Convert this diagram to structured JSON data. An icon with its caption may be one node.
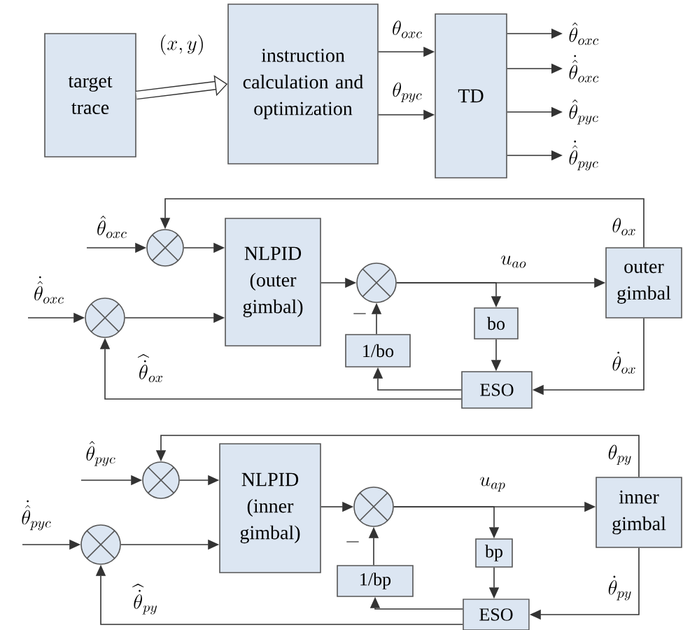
{
  "diagram": {
    "nodes": [
      {
        "text": [
          "target trace"
        ]
      },
      {
        "text": [
          "instruction calculation and optimization"
        ]
      },
      {
        "text": [
          "TD"
        ]
      },
      {
        "text": [],
        "shape": "circle"
      },
      {
        "text": [
          "NLPID (outer gimbal)"
        ]
      },
      {
        "text": [],
        "shape": "circle"
      },
      {
        "text": [
          "outer gimbal"
        ]
      },
      {
        "text": [],
        "shape": "circle"
      },
      {
        "text": [
          "bo"
        ]
      },
      {
        "text": [
          "1/bo"
        ]
      },
      {
        "text": [
          "ESO"
        ]
      },
      {
        "text": [],
        "shape": "circle"
      },
      {
        "text": [
          "NLPID (inner gimbal)"
        ]
      },
      {
        "text": [],
        "shape": "circle"
      },
      {
        "text": [
          "inner gimbal"
        ]
      },
      {
        "text": [],
        "shape": "circle"
      },
      {
        "text": [
          "bp"
        ]
      },
      {
        "text": [
          "1/bp"
        ]
      },
      {
        "text": [
          "ESO"
        ]
      }
    ],
    "edges": [
      {
        "from": 0,
        "to": 1,
        "arrow": "to",
        "label": "(x, y)",
        "style": "thick"
      },
      {
        "from": 1,
        "to": 2,
        "arrow": "to",
        "label": "\\theta_{oxc}"
      },
      {
        "from": 1,
        "to": 2,
        "arrow": "to",
        "label": "\\theta_{pyc}"
      },
      {
        "from": 2,
        "to": null,
        "arrow": "to",
        "label": "\\hat{\\theta}_{oxc}"
      },
      {
        "from": 2,
        "to": null,
        "arrow": "to",
        "label": "\\dot{\\hat{\\theta}}_{oxc}"
      },
      {
        "from": 2,
        "to": null,
        "arrow": "to",
        "label": "\\hat{\\theta}_{pyc}"
      },
      {
        "from": 2,
        "to": null,
        "arrow": "to",
        "label": "\\dot{\\hat{\\theta}}_{pyc}"
      },
      {
        "from": null,
        "to": 3,
        "arrow": "to",
        "label": "\\hat{\\theta}_{oxc}"
      },
      {
        "from": null,
        "to": 7,
        "arrow": "to",
        "label": "\\dot{\\hat{\\theta}}_{oxc}"
      },
      {
        "from": 3,
        "to": 4,
        "arrow": "to"
      },
      {
        "from": 7,
        "to": 4,
        "arrow": "to"
      },
      {
        "from": 4,
        "to": 5,
        "arrow": "to"
      },
      {
        "from": 5,
        "to": 6,
        "arrow": "to",
        "label": "u_{ao}"
      },
      {
        "from": 5,
        "to": 8,
        "arrow": "to"
      },
      {
        "from": 8,
        "to": 10,
        "arrow": "to"
      },
      {
        "from": 6,
        "to": 3,
        "arrow": "to",
        "label": "\\theta_{ox}"
      },
      {
        "from": 6,
        "to": 10,
        "arrow": "to",
        "label": "\\dot{\\theta}_{ox}"
      },
      {
        "from": 10,
        "to": 9,
        "arrow": "to"
      },
      {
        "from": 10,
        "to": 7,
        "arrow": "to",
        "label": "\\widehat{\\dot{\\theta}}_{ox}"
      },
      {
        "from": 9,
        "to": 5,
        "arrow": "to",
        "label": "-"
      },
      {
        "from": null,
        "to": 11,
        "arrow": "to",
        "label": "\\hat{\\theta}_{pyc}"
      },
      {
        "from": null,
        "to": 15,
        "arrow": "to",
        "label": "\\dot{\\hat{\\theta}}_{pyc}"
      },
      {
        "from": 11,
        "to": 12,
        "arrow": "to"
      },
      {
        "from": 15,
        "to": 12,
        "arrow": "to"
      },
      {
        "from": 12,
        "to": 13,
        "arrow": "to"
      },
      {
        "from": 13,
        "to": 14,
        "arrow": "to",
        "label": "u_{ap}"
      },
      {
        "from": 13,
        "to": 16,
        "arrow": "to"
      },
      {
        "from": 16,
        "to": 18,
        "arrow": "to"
      },
      {
        "from": 14,
        "to": 11,
        "arrow": "to",
        "label": "\\theta_{py}"
      },
      {
        "from": 14,
        "to": 18,
        "arrow": "to",
        "label": "\\dot{\\theta}_{py}"
      },
      {
        "from": 18,
        "to": 17,
        "arrow": "to"
      },
      {
        "from": 18,
        "to": 15,
        "arrow": "to",
        "label": "\\widehat{\\dot{\\theta}}_{py}"
      },
      {
        "from": 17,
        "to": 13,
        "arrow": "to",
        "label": "-"
      }
    ]
  }
}
